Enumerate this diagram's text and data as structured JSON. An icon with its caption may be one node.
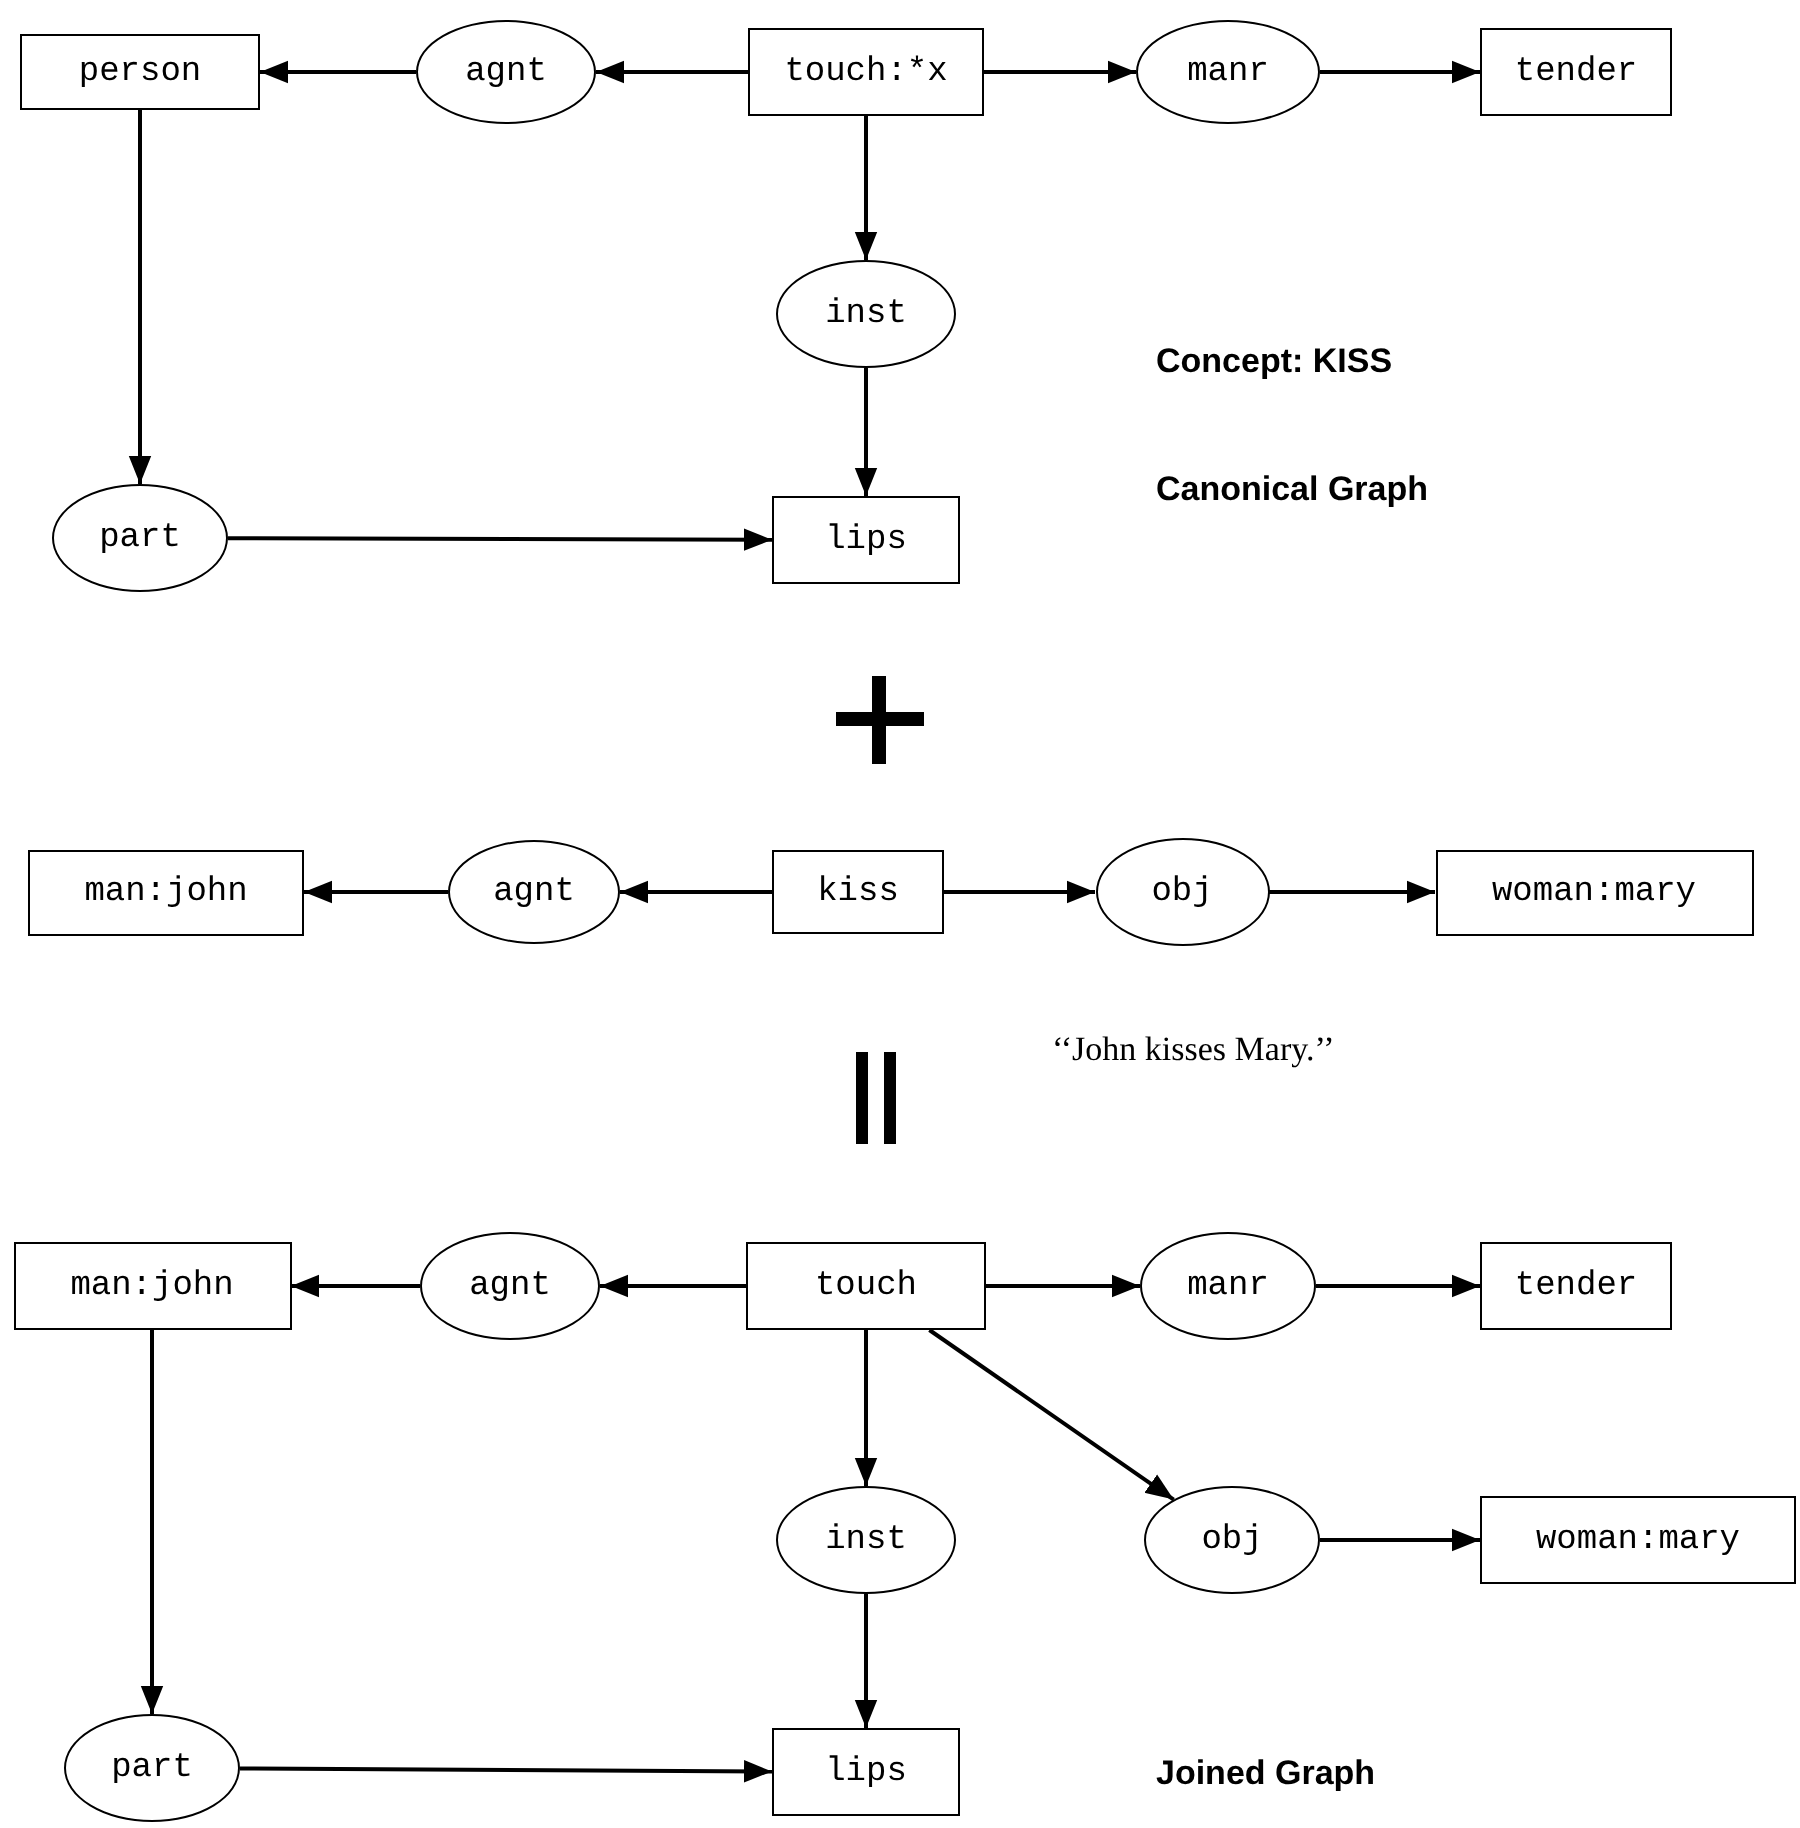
{
  "diagram": {
    "nodes": [
      {
        "text": [
          "person"
        ]
      },
      {
        "text": [
          "agnt"
        ]
      },
      {
        "text": [
          "touch:*x"
        ]
      },
      {
        "text": [
          "manr"
        ]
      },
      {
        "text": [
          "tender"
        ]
      },
      {
        "text": [
          "inst"
        ]
      },
      {
        "text": [
          "part"
        ]
      },
      {
        "text": [
          "lips"
        ]
      },
      {
        "text": [
          "man:john"
        ]
      },
      {
        "text": [
          "agnt"
        ]
      },
      {
        "text": [
          "kiss"
        ]
      },
      {
        "text": [
          "obj"
        ]
      },
      {
        "text": [
          "woman:mary"
        ]
      },
      {
        "text": [
          "man:john"
        ]
      },
      {
        "text": [
          "agnt"
        ]
      },
      {
        "text": [
          "touch"
        ]
      },
      {
        "text": [
          "manr"
        ]
      },
      {
        "text": [
          "tender"
        ]
      },
      {
        "text": [
          "inst"
        ]
      },
      {
        "text": [
          "obj"
        ]
      },
      {
        "text": [
          "woman:mary"
        ]
      },
      {
        "text": [
          "part"
        ]
      },
      {
        "text": [
          "lips"
        ]
      }
    ],
    "edges": [
      {
        "from": 2,
        "to": 1,
        "arrow": "to"
      },
      {
        "from": 1,
        "to": 0,
        "arrow": "to"
      },
      {
        "from": 2,
        "to": 3,
        "arrow": "to"
      },
      {
        "from": 3,
        "to": 4,
        "arrow": "to"
      },
      {
        "from": 2,
        "to": 5,
        "arrow": "to"
      },
      {
        "from": 5,
        "to": 7,
        "arrow": "to"
      },
      {
        "from": 0,
        "to": 6,
        "arrow": "to"
      },
      {
        "from": 6,
        "to": 7,
        "arrow": "to"
      },
      {
        "from": 10,
        "to": 9,
        "arrow": "to"
      },
      {
        "from": 9,
        "to": 8,
        "arrow": "to"
      },
      {
        "from": 10,
        "to": 11,
        "arrow": "to"
      },
      {
        "from": 11,
        "to": 12,
        "arrow": "to"
      },
      {
        "from": 15,
        "to": 14,
        "arrow": "to"
      },
      {
        "from": 14,
        "to": 13,
        "arrow": "to"
      },
      {
        "from": 15,
        "to": 16,
        "arrow": "to"
      },
      {
        "from": 16,
        "to": 17,
        "arrow": "to"
      },
      {
        "from": 15,
        "to": 18,
        "arrow": "to"
      },
      {
        "from": 18,
        "to": 22,
        "arrow": "to"
      },
      {
        "from": 15,
        "to": 19,
        "arrow": "to"
      },
      {
        "from": 19,
        "to": 20,
        "arrow": "to"
      },
      {
        "from": 13,
        "to": 21,
        "arrow": "to"
      },
      {
        "from": 21,
        "to": 22,
        "arrow": "to"
      }
    ],
    "labels": [
      "Concept: KISS",
      "Canonical Graph",
      "‘‘John kisses Mary.’’",
      "Joined Graph"
    ]
  }
}
